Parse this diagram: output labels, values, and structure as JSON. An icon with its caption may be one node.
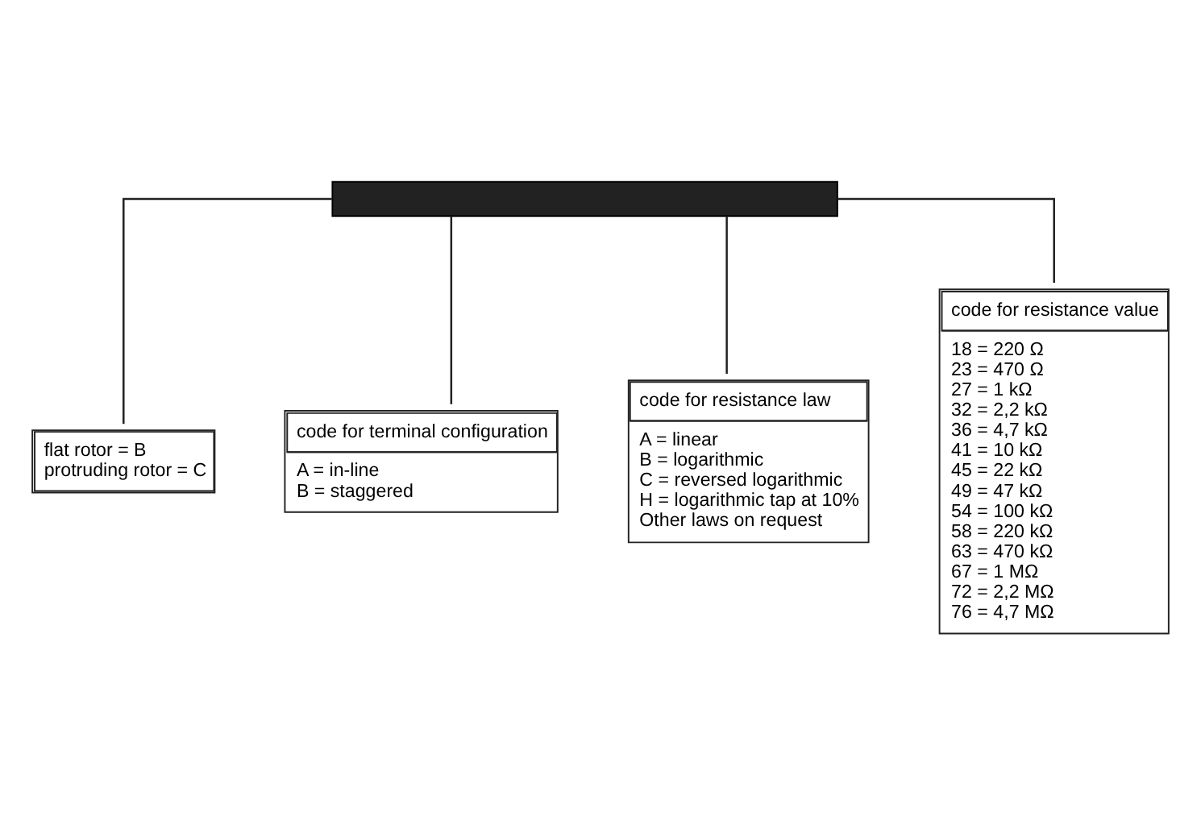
{
  "diagram": {
    "nodes": [
      {
        "text": [],
        "shape": "bar"
      },
      {
        "text": [
          "flat rotor = B",
          "protruding rotor = C"
        ]
      },
      {
        "text": [
          "code for terminal configuration",
          "A = in-line",
          "B = staggered"
        ]
      },
      {
        "text": [
          "code for resistance law",
          "A = linear",
          "B = logarithmic",
          "C = reversed logarithmic",
          "H = logarithmic tap at 10%",
          "Other laws on request"
        ]
      },
      {
        "text": [
          "code for resistance value",
          "18 = 220 Ω",
          "23 = 470 Ω",
          "27 = 1 kΩ",
          "32 = 2,2 kΩ",
          "36 = 4,7 kΩ",
          "41 = 10 kΩ",
          "45 = 22 kΩ",
          "49 = 47 kΩ",
          "54 = 100 kΩ",
          "58 = 220 kΩ",
          "63 = 470 kΩ",
          "67 = 1 MΩ",
          "72 = 2,2 MΩ",
          "76 = 4,7 MΩ"
        ]
      }
    ],
    "edges": [
      {
        "from": 0,
        "to": 1,
        "arrow": "none"
      },
      {
        "from": 0,
        "to": 2,
        "arrow": "none"
      },
      {
        "from": 0,
        "to": 3,
        "arrow": "none"
      },
      {
        "from": 0,
        "to": 4,
        "arrow": "none"
      }
    ]
  }
}
